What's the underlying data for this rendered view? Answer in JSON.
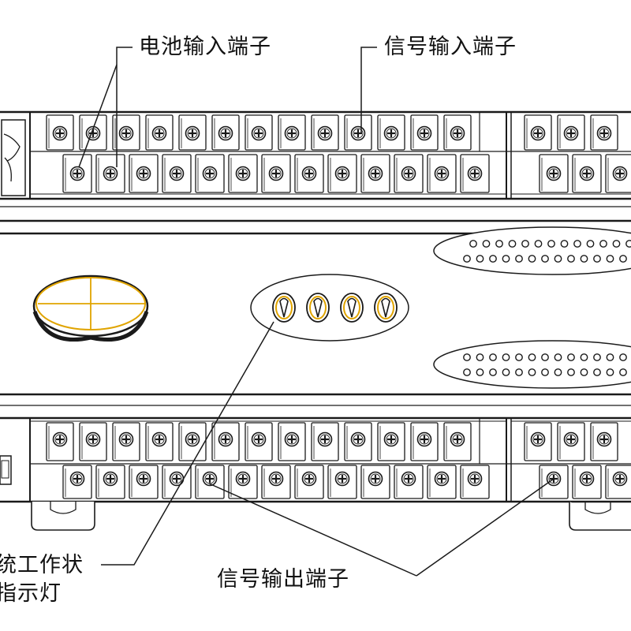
{
  "labels": {
    "battery_input": "电池输入端子",
    "signal_input": "信号输入端子",
    "signal_output": "信号输出端子",
    "status_indicator_line1": "统工作状",
    "status_indicator_line2": "指示灯"
  },
  "colors": {
    "stroke": "#1a1a1a",
    "indicator_accent": "#e0a400",
    "background": "#ffffff"
  },
  "icons": {
    "screw": "phillips-screw-icon",
    "vent": "vent-hole-icon",
    "indicator": "status-led-icon",
    "button": "power-button-icon"
  }
}
